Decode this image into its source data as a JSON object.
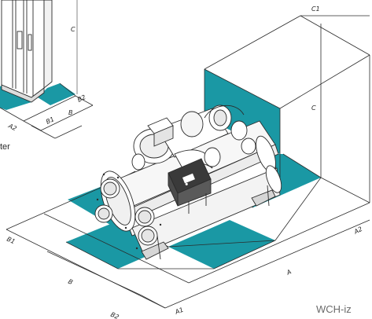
{
  "colors": {
    "clearance": "#1a98a4",
    "line": "#2b2b2b",
    "guide": "#555555"
  },
  "cabinet_labels": {
    "c": "C",
    "a2": "A2",
    "b1": "B1",
    "b": "B",
    "b2": "B2",
    "inverter_fragment": "ter"
  },
  "chiller_labels": {
    "c1": "C1",
    "c": "C",
    "a2": "A2",
    "a": "A",
    "a1": "A1",
    "b1": "B1",
    "b": "B",
    "b2": "B2"
  },
  "model_mark": "WCH-iz"
}
